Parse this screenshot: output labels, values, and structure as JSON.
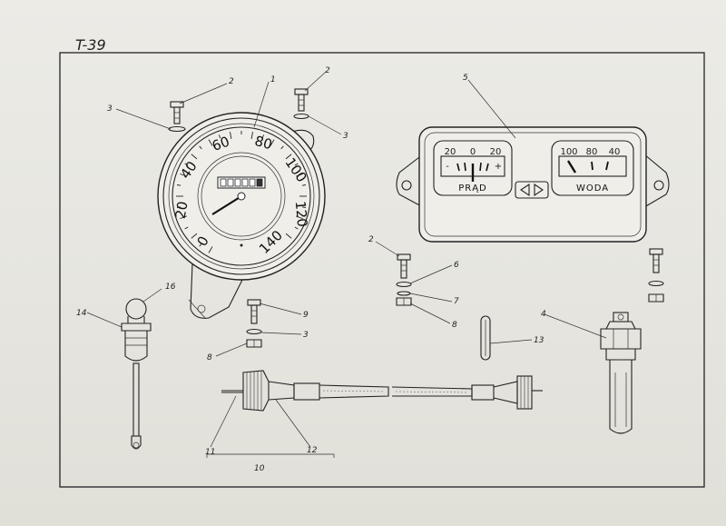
{
  "page_label": "T-39",
  "speedometer": {
    "scale": [
      "0",
      "20",
      "40",
      "60",
      "80",
      "100",
      "120",
      "140"
    ]
  },
  "combined_gauge": {
    "current_scale": [
      "20",
      "0",
      "20"
    ],
    "current_minus": "-",
    "current_plus": "+",
    "current_label": "PRĄD",
    "water_scale": [
      "100",
      "80",
      "40"
    ],
    "water_label": "WODA"
  },
  "callouts": {
    "n1": "1",
    "n2a": "2",
    "n2b": "2",
    "n2c": "2",
    "n3a": "3",
    "n3b": "3",
    "n3c": "3",
    "n4": "4",
    "n5": "5",
    "n6": "6",
    "n7": "7",
    "n8a": "8",
    "n8b": "8",
    "n9": "9",
    "n10": "10",
    "n11": "11",
    "n12": "12",
    "n13": "13",
    "n14": "14",
    "n16": "16"
  }
}
